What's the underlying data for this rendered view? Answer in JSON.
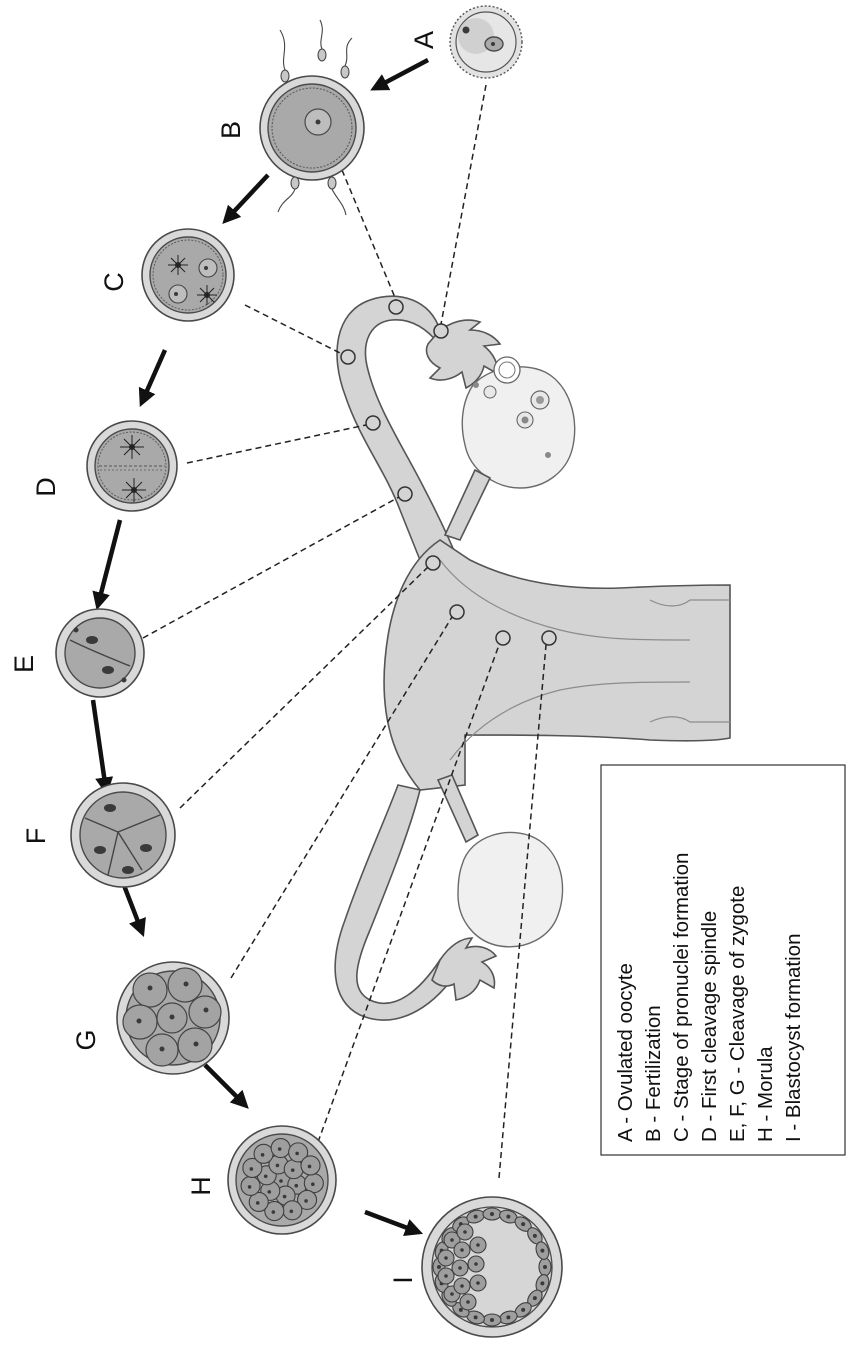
{
  "stages": [
    {
      "letter": "A"
    },
    {
      "letter": "B"
    },
    {
      "letter": "C"
    },
    {
      "letter": "D"
    },
    {
      "letter": "E"
    },
    {
      "letter": "F"
    },
    {
      "letter": "G"
    },
    {
      "letter": "H"
    },
    {
      "letter": "I"
    }
  ],
  "legend": {
    "items": [
      "A - Ovulated oocyte",
      "B - Fertilization",
      "C - Stage of pronuclei formation",
      "D - First cleavage spindle",
      "E, F, G - Cleavage of zygote",
      "H - Morula",
      "I - Blastocyst formation"
    ]
  },
  "colors": {
    "tissue": "#d4d4d4",
    "cell_outer": "#d9d9d9",
    "cell_inner": "#a9a9a9",
    "nucleus": "#3a3a3a",
    "ovary": "#f0f0f0"
  }
}
